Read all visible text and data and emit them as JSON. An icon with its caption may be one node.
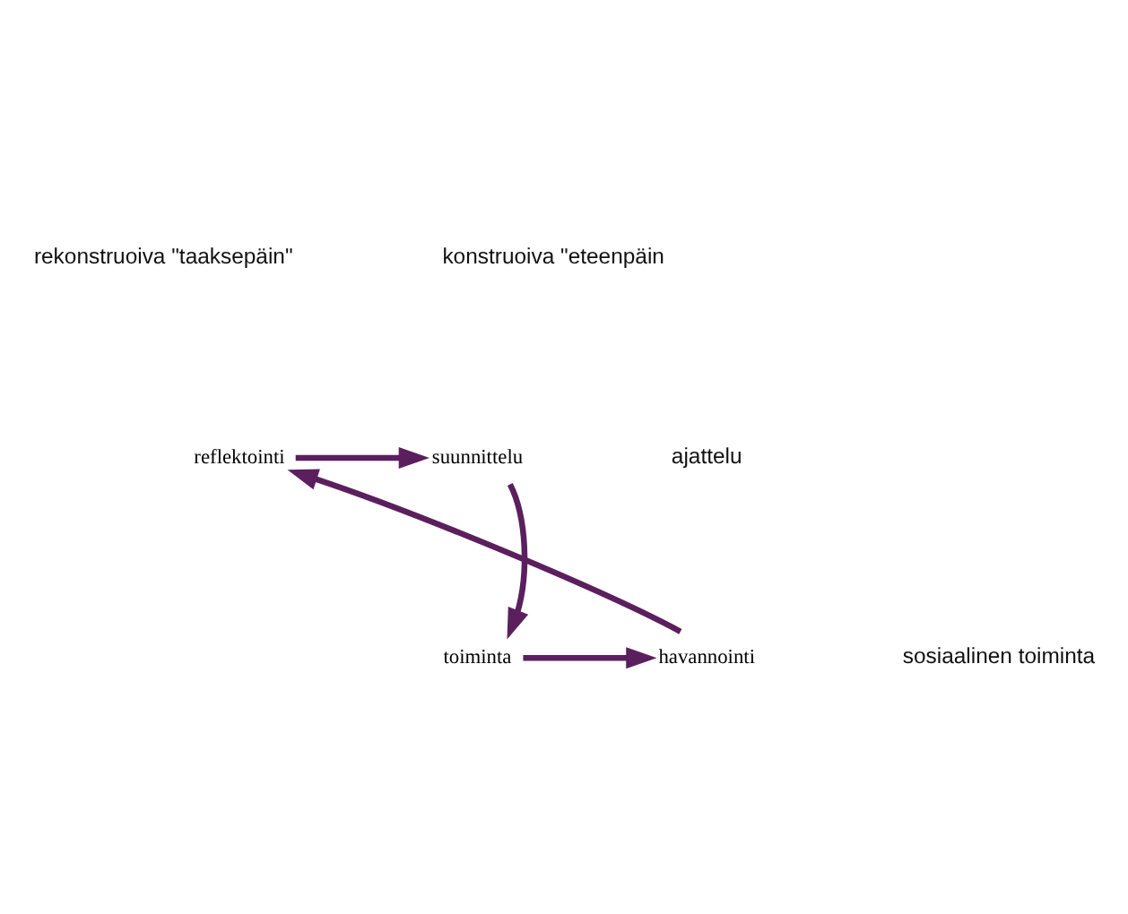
{
  "diagram": {
    "nodes": [
      {
        "text": [
          "reflektointi"
        ]
      },
      {
        "text": [
          "suunnittelu"
        ]
      },
      {
        "text": [
          "havannointi"
        ]
      },
      {
        "text": [
          "toiminta"
        ]
      }
    ],
    "edges": [
      {
        "from": 0,
        "to": 1,
        "arrow": "to"
      },
      {
        "from": 1,
        "to": 3,
        "arrow": "to"
      },
      {
        "from": 3,
        "to": 2,
        "arrow": "to"
      },
      {
        "from": 2,
        "to": 0,
        "arrow": "to"
      }
    ],
    "labels": [
      "rekonstruoiva \"taaksepäin\"",
      "konstruoiva \"eteenpäin",
      "ajattelu",
      "sosiaalinen toiminta"
    ]
  }
}
